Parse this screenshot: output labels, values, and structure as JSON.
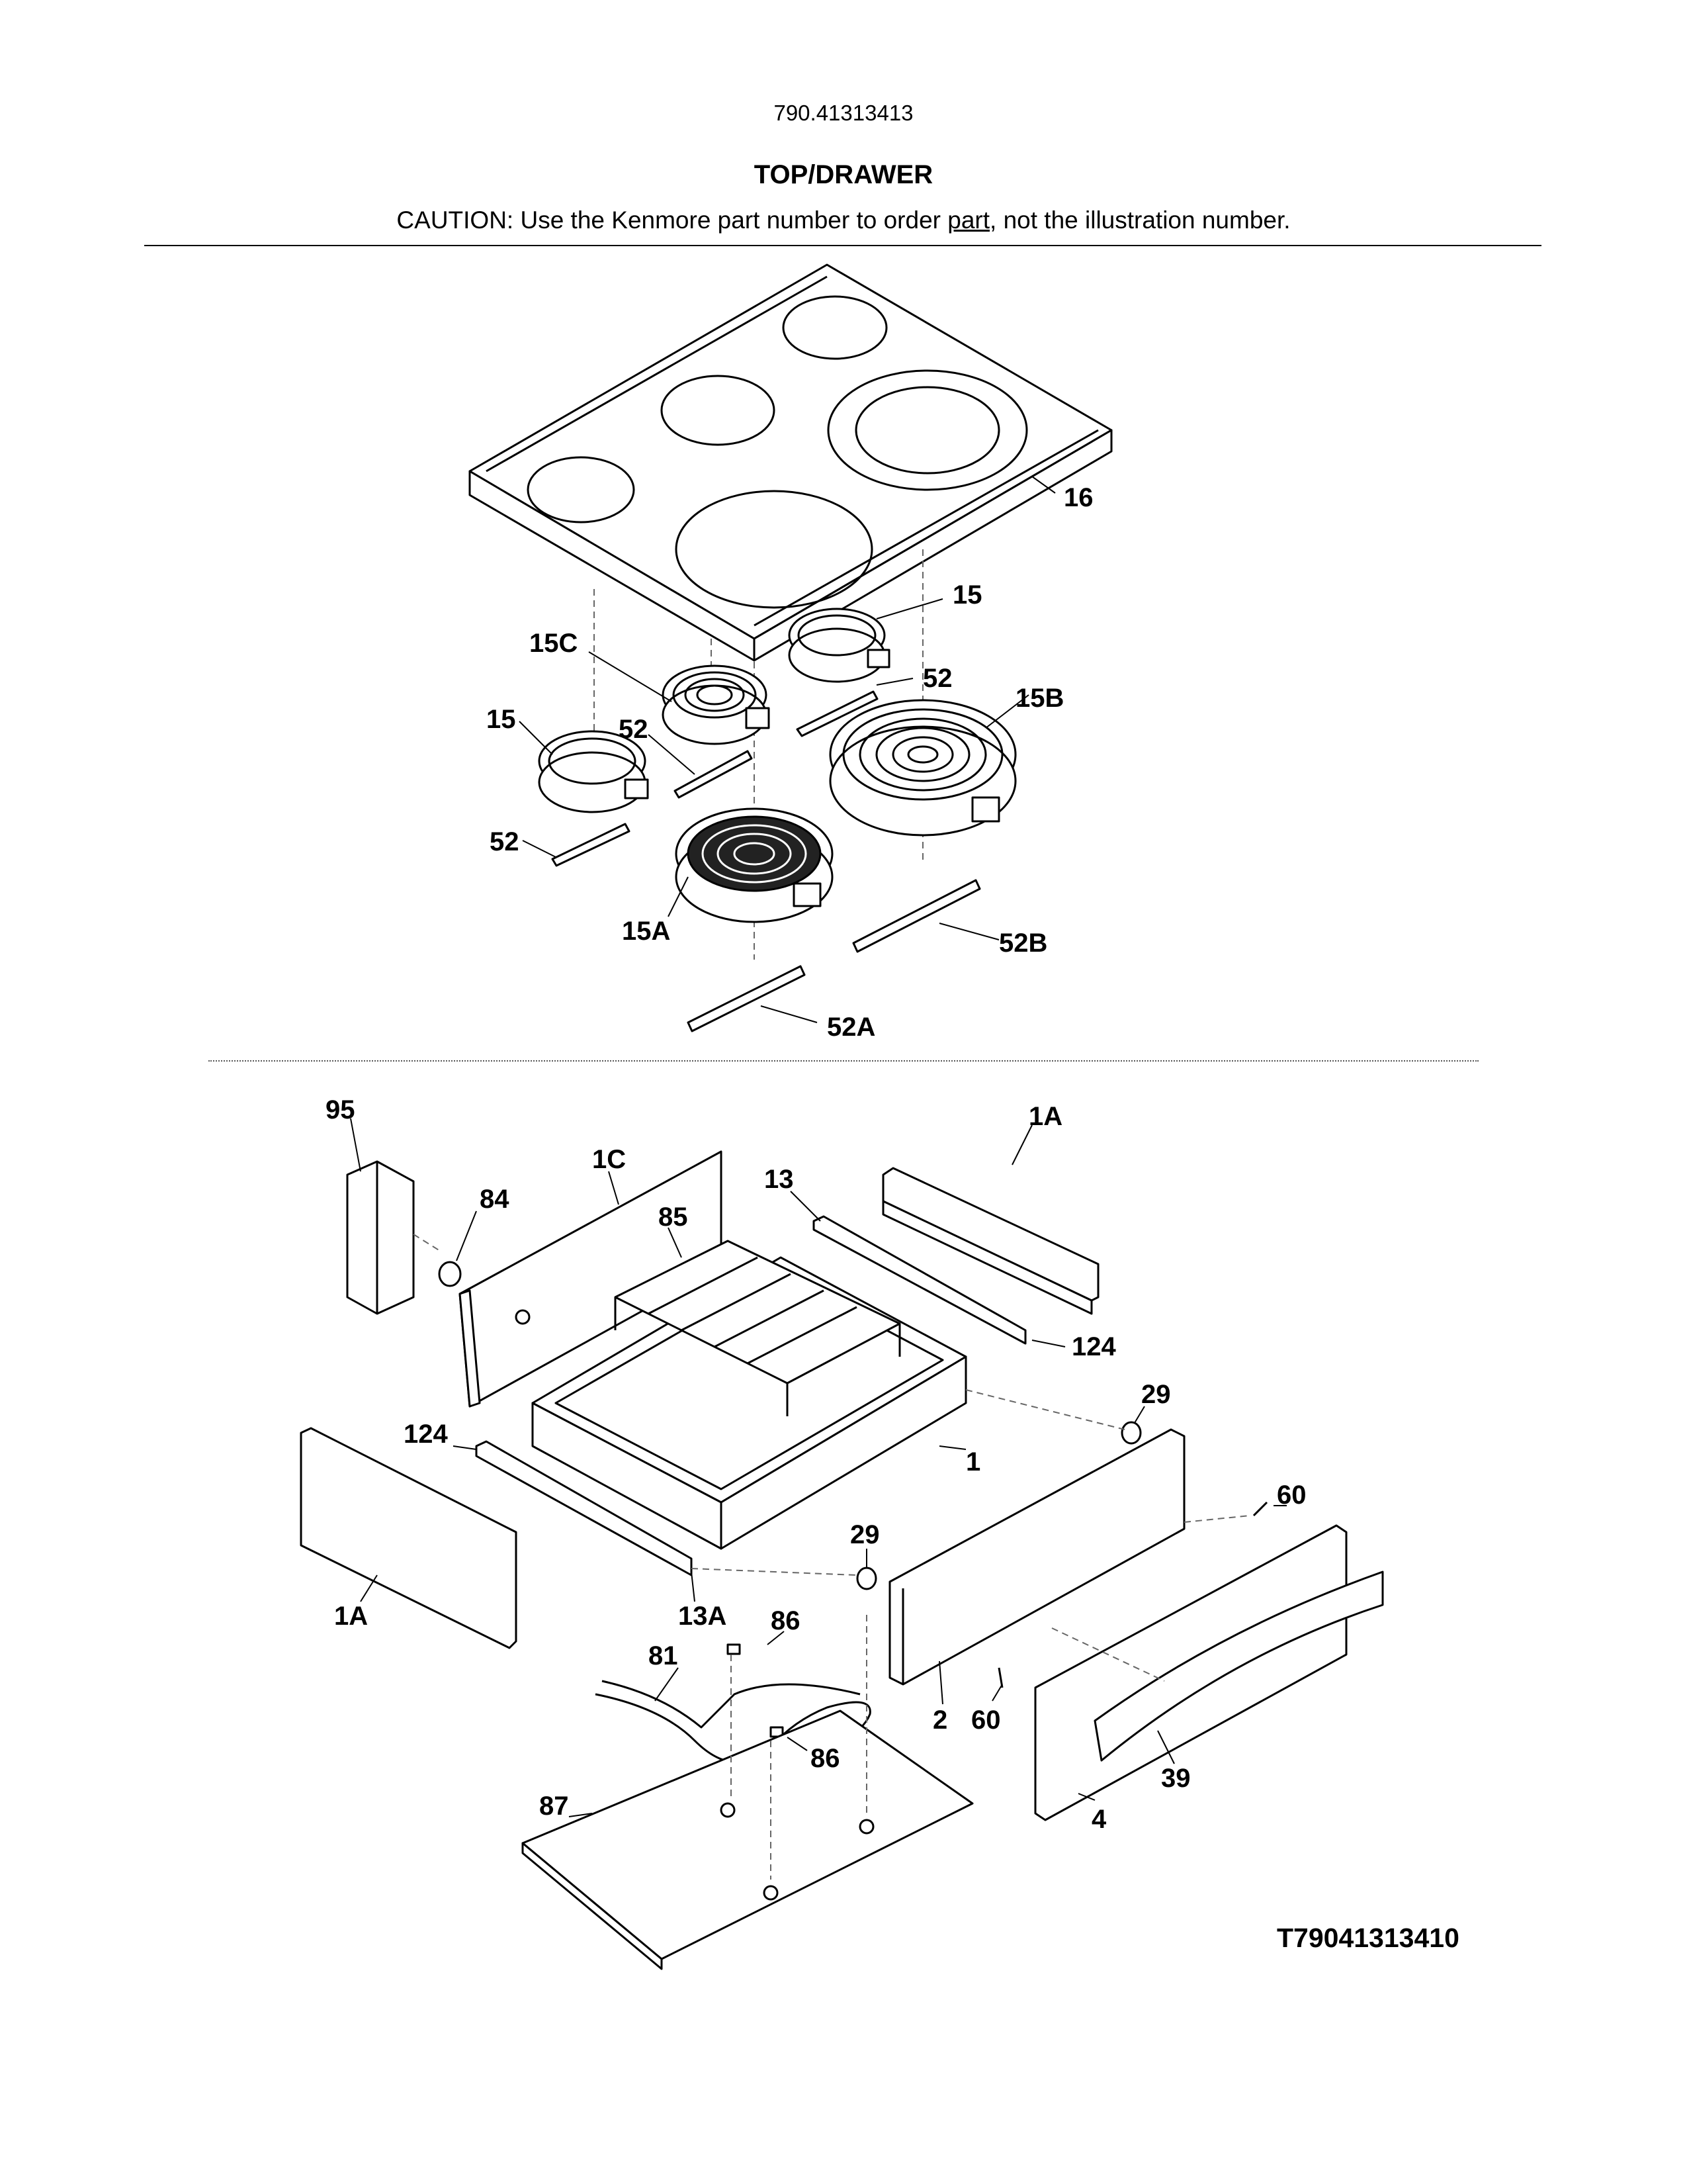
{
  "header": {
    "model_number": "790.41313413",
    "section_title": "TOP/DRAWER",
    "caution_prefix": "CAUTION: Use the Kenmore part number to order ",
    "caution_link": "part",
    "caution_suffix": ", not the illustration number."
  },
  "callouts": {
    "c16": "16",
    "c15_right": "15",
    "c15C": "15C",
    "c52_top": "52",
    "c15B": "15B",
    "c15_left": "15",
    "c52_mid": "52",
    "c52_left": "52",
    "c15A": "15A",
    "c52B": "52B",
    "c52A": "52A",
    "c95": "95",
    "c84": "84",
    "c1C": "1C",
    "c85": "85",
    "c13": "13",
    "c1A_top": "1A",
    "c124_right": "124",
    "c29_right": "29",
    "c1": "1",
    "c124_left": "124",
    "c60_right": "60",
    "c29_mid": "29",
    "c1A_left": "1A",
    "c13A": "13A",
    "c86_top": "86",
    "c81": "81",
    "c2": "2",
    "c60_mid": "60",
    "c86_low": "86",
    "c87": "87",
    "c39": "39",
    "c4": "4"
  },
  "diagram_code": "T79041313410"
}
